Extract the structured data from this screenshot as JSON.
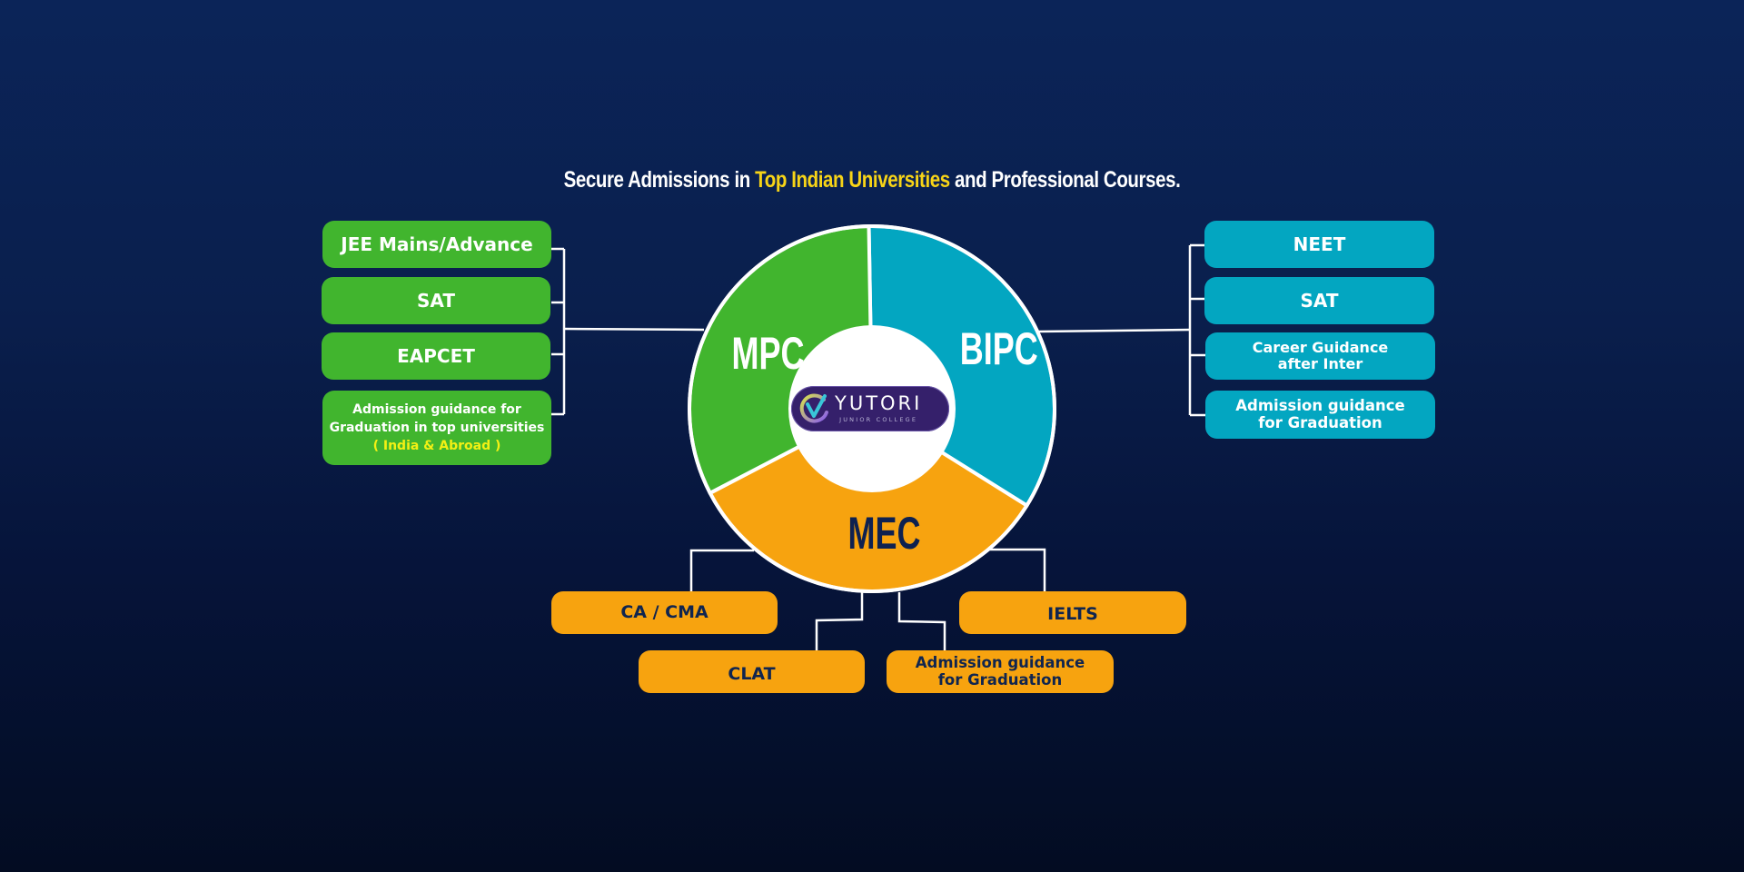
{
  "headline": {
    "prefix": "Secure Admissions in ",
    "highlight": "Top Indian Universities",
    "suffix": " and Professional Courses."
  },
  "colors": {
    "mpc": "#41b52e",
    "bipc": "#03a6c1",
    "mec": "#f7a30f",
    "highlight": "#f7d417",
    "connector": "#ffffff"
  },
  "logo": {
    "name": "YUTORI",
    "tagline": "JUNIOR COLLEGE"
  },
  "streams": [
    {
      "key": "mpc",
      "label": "MPC",
      "items": [
        {
          "label": "JEE Mains/Advance"
        },
        {
          "label": "SAT"
        },
        {
          "label": "EAPCET"
        },
        {
          "label": "Admission guidance for",
          "label2": "Graduation in top universities",
          "note": "( India & Abroad )"
        }
      ]
    },
    {
      "key": "bipc",
      "label": "BIPC",
      "items": [
        {
          "label": "NEET"
        },
        {
          "label": "SAT"
        },
        {
          "label": "Career Guidance",
          "label2": "after Inter"
        },
        {
          "label": "Admission guidance",
          "label2": "for Graduation"
        }
      ]
    },
    {
      "key": "mec",
      "label": "MEC",
      "items": [
        {
          "label": "CA / CMA"
        },
        {
          "label": "IELTS"
        },
        {
          "label": "CLAT"
        },
        {
          "label": "Admission guidance",
          "label2": "for Graduation"
        }
      ]
    }
  ]
}
